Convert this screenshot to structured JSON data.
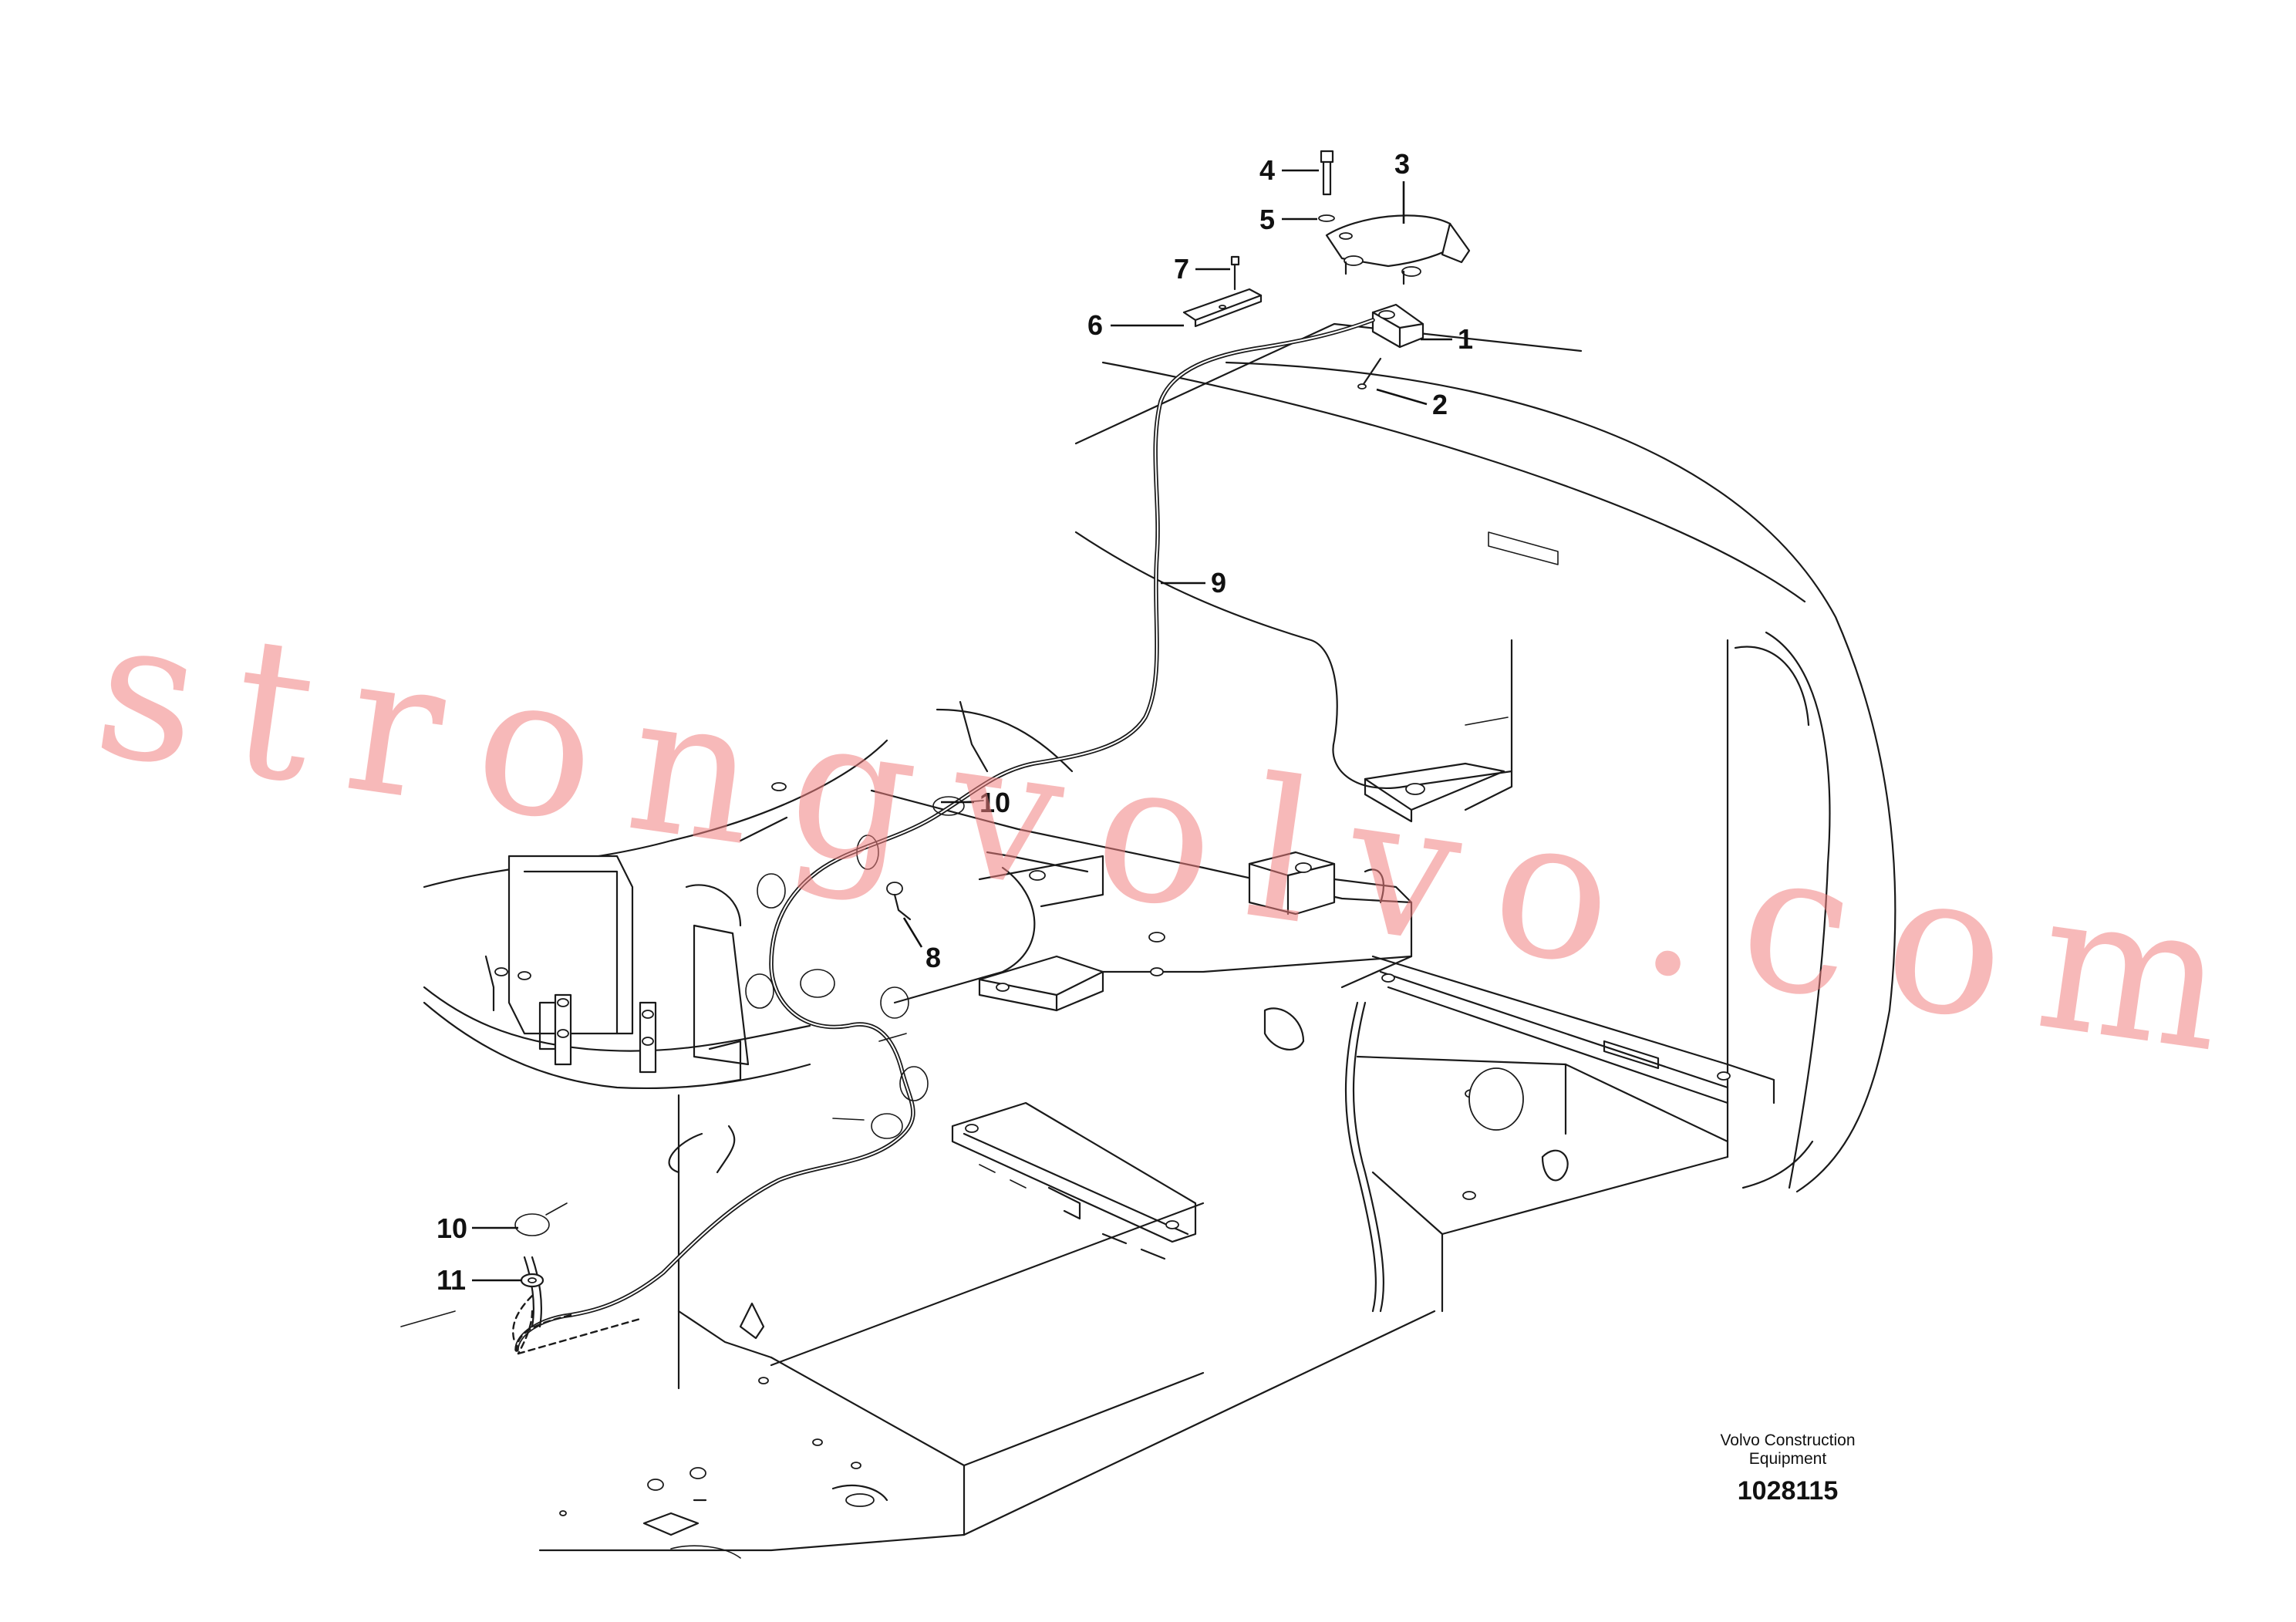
{
  "callouts": {
    "c1": "1",
    "c2": "2",
    "c3": "3",
    "c4": "4",
    "c5": "5",
    "c6": "6",
    "c7": "7",
    "c8": "8",
    "c9": "9",
    "c10a": "10",
    "c10b": "10",
    "c11": "11"
  },
  "maker": {
    "line1": "Volvo Construction",
    "line2": "Equipment"
  },
  "drawing_number": "1028115",
  "watermark": "strongvolvo.com"
}
